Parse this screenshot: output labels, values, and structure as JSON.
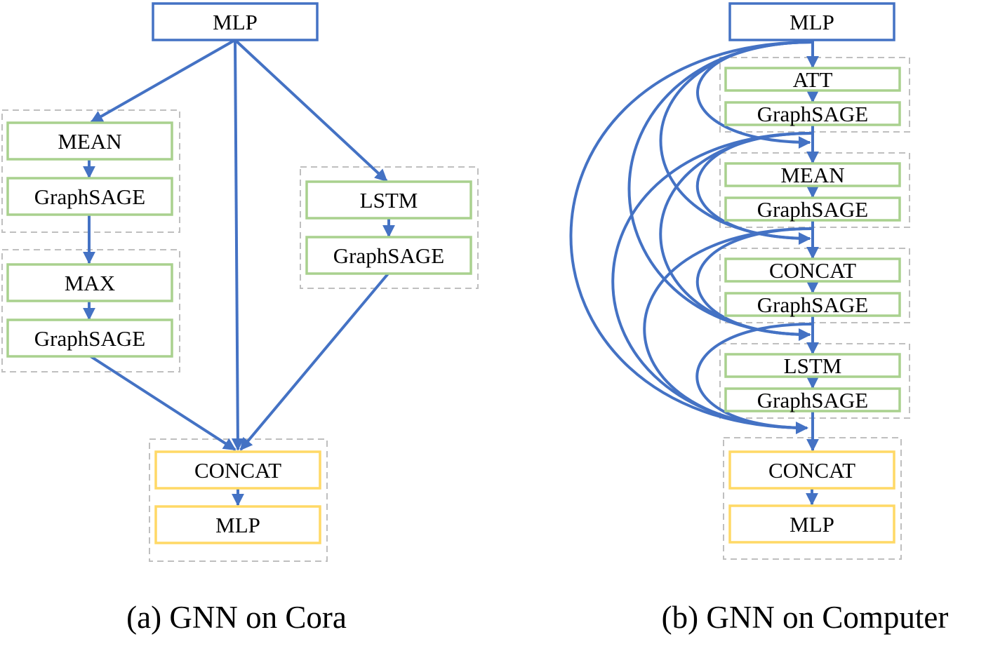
{
  "colors": {
    "edge": "#4472C4",
    "mlp_border": "#4472C4",
    "graphsage_border": "#A9D18E",
    "output_border": "#FFD966",
    "group_border": "#BFBFBF"
  },
  "cora": {
    "caption": "(a) GNN on Cora",
    "input": "MLP",
    "branches": [
      {
        "aggregator": "MEAN",
        "layer": "GraphSAGE"
      },
      {
        "aggregator": "MAX",
        "layer": "GraphSAGE"
      },
      {
        "aggregator": "LSTM",
        "layer": "GraphSAGE"
      }
    ],
    "output": {
      "merge": "CONCAT",
      "head": "MLP"
    }
  },
  "computer": {
    "caption": "(b) GNN on Computer",
    "input": "MLP",
    "layers": [
      {
        "aggregator": "ATT",
        "layer": "GraphSAGE"
      },
      {
        "aggregator": "MEAN",
        "layer": "GraphSAGE"
      },
      {
        "aggregator": "CONCAT",
        "layer": "GraphSAGE"
      },
      {
        "aggregator": "LSTM",
        "layer": "GraphSAGE"
      }
    ],
    "output": {
      "merge": "CONCAT",
      "head": "MLP"
    }
  }
}
